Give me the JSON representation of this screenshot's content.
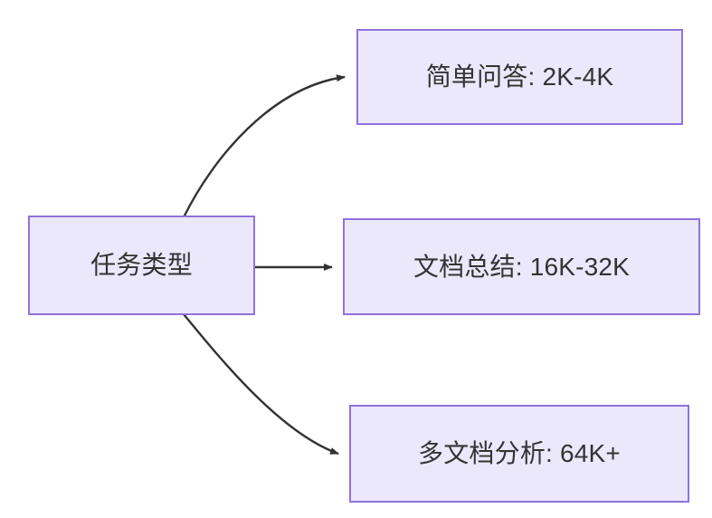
{
  "diagram": {
    "type": "flowchart",
    "direction": "left-to-right",
    "background_color": "#ffffff",
    "node_fill_color": "#eae8fa",
    "node_border_color": "#9072dd",
    "node_text_color": "#333333",
    "edge_color": "#333333",
    "title": "",
    "nodes": [
      {
        "id": "source",
        "label": "任务类型",
        "role": "root"
      },
      {
        "id": "simple_qa",
        "label": "简单问答: 2K-4K",
        "role": "leaf"
      },
      {
        "id": "doc_summary",
        "label": "文档总结: 16K-32K",
        "role": "leaf"
      },
      {
        "id": "multi_doc",
        "label": "多文档分析: 64K+",
        "role": "leaf"
      }
    ],
    "edges": [
      {
        "id": "edge-source-simple-qa",
        "from": "source",
        "to": "simple_qa",
        "label": "",
        "style": "curved-arrow"
      },
      {
        "id": "edge-source-doc-summary",
        "from": "source",
        "to": "doc_summary",
        "label": "",
        "style": "straight-arrow"
      },
      {
        "id": "edge-source-multi-doc",
        "from": "source",
        "to": "multi_doc",
        "label": "",
        "style": "curved-arrow"
      }
    ]
  }
}
